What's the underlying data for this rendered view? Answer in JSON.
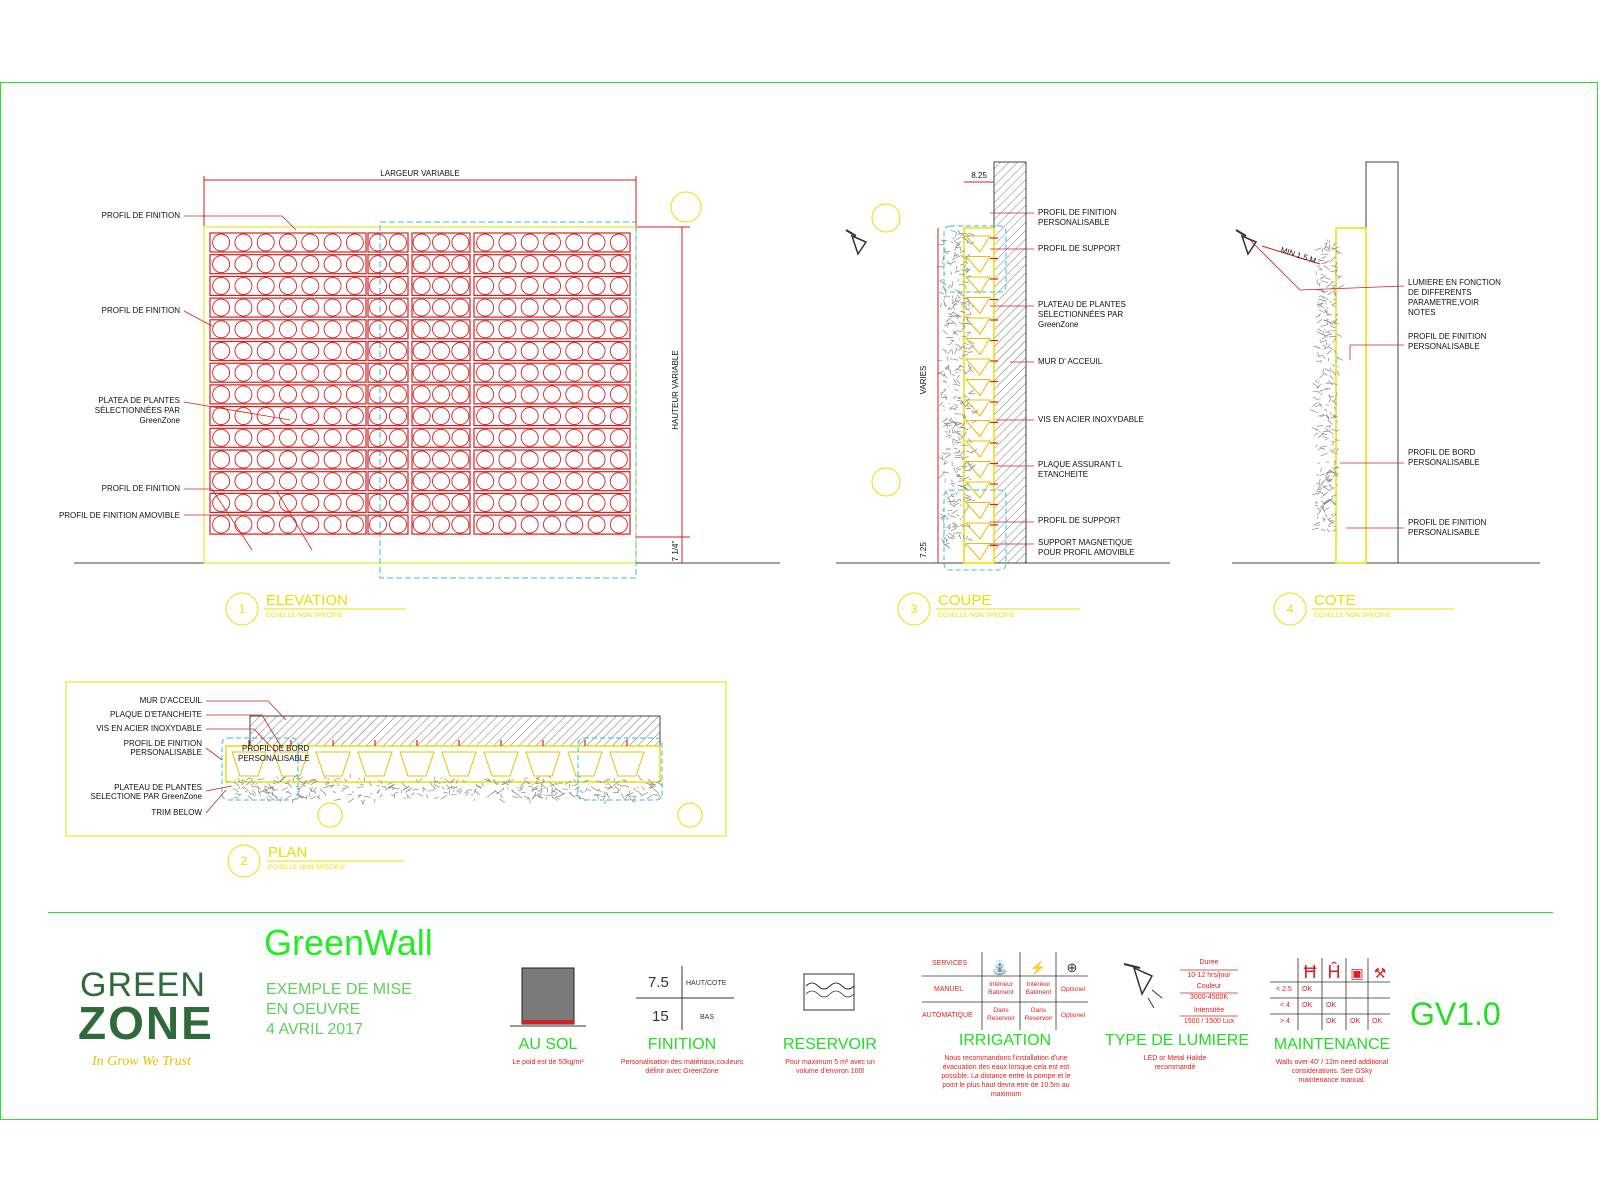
{
  "colors": {
    "border": "#33dd33",
    "module": "#d42020",
    "yellow": "#e8e000",
    "cyan": "#33bbdd",
    "brand_green": "#22dd22",
    "logo_green": "#2f6b3a"
  },
  "elevation": {
    "width_label": "LARGEUR VARIABLE",
    "height_label": "HAUTEUR VARIABLE",
    "bottom_dim": "7 1/4\"",
    "labels": {
      "profil_1": "PROFIL DE FINITION",
      "profil_2": "PROFIL DE FINITION",
      "platea_1": "PLATEA DE PLANTES",
      "platea_2": "SÉLECTIONNÉES PAR",
      "platea_3": "GreenZone",
      "profil_3": "PROFIL DE FINITION",
      "profil_4": "PROFIL DE FINITION AMOVIBLE"
    },
    "title": "ELEVATION",
    "subtitle": "ECHELLE NON SPECIFIE",
    "number": "1"
  },
  "section": {
    "top_dim": "8.25",
    "left_dim": "VARIES",
    "bottom_dim": "7.25",
    "labels": {
      "l1a": "PROFIL DE FINITION",
      "l1b": "PERSONALISABLE",
      "l2": "PROFIL DE SUPPORT",
      "l3a": "PLATEAU DE PLANTES",
      "l3b": "SÉLECTIONNÉES PAR",
      "l3c": "GreenZone",
      "l4": "MUR D' ACCEUIL",
      "l5": "VIS EN ACIER INOXYDABLE",
      "l6a": "PLAQUE ASSURANT L",
      "l6b": "ETANCHEITE",
      "l7": "PROFIL DE SUPPORT",
      "l8a": "SUPPORT MAGNETIQUE",
      "l8b": "POUR PROFIL AMOVIBLE"
    },
    "title": "COUPE",
    "subtitle": "ECHELLE NON SPECIFIE",
    "number": "3"
  },
  "side": {
    "dim": "MIN 1.5 M",
    "labels": {
      "l1a": "LUMIERE EN FONCTION",
      "l1b": "DE DIFFERENTS",
      "l1c": "PARAMETRE,VOIR",
      "l1d": "NOTES",
      "l2a": "PROFIL DE FINITION",
      "l2b": "PERSONALISABLE",
      "l3a": "PROFIL DE BORD",
      "l3b": "PERSONALISABLE",
      "l4a": "PROFIL DE FINITION",
      "l4b": "PERSONALISABLE"
    },
    "title": "COTE",
    "subtitle": "ECHELLE NON SPECIFIE",
    "number": "4"
  },
  "plan": {
    "labels": {
      "l1": "MUR D'ACCEUIL",
      "l2": "PLAQUE D'ETANCHEITE",
      "l3": "VIS EN ACIER INOXYDABLE",
      "l4a": "PROFIL DE FINITION",
      "l4b": "PERSONALISABLE",
      "l5a": "PROFIL DE BORD",
      "l5b": "PERSONALISABLE",
      "l6a": "PLATEAU DE PLANTES",
      "l6b": "SELECTIONE PAR GreenZone",
      "l7": "TRIM BELOW"
    },
    "title": "PLAN",
    "subtitle": "ECHELLE NON SPECIFIE",
    "number": "2"
  },
  "titleblock": {
    "logo_top": "GREEN",
    "logo_bottom": "ZONE",
    "tagline": "In Grow We Trust",
    "brand": "GreenWall",
    "project_1": "EXEMPLE DE MISE",
    "project_2": "EN OEUVRE",
    "project_3": "4 AVRIL 2017",
    "code": "GV1.0",
    "au_sol": {
      "title": "AU SOL",
      "note": "Le poid est de 50kg/m²"
    },
    "finition": {
      "title": "FINITION",
      "v1": "7.5",
      "v1_label": "HAUT/COTE",
      "v2": "15",
      "v2_label": "BAS",
      "note_1": "Personalisation des matériaux,couleurs",
      "note_2": "définir avec GreenZone"
    },
    "reservoir": {
      "title": "RESERVOIR",
      "note_1": "Pour maximum 5 m² avec un",
      "note_2": "volume d'environ 100l"
    },
    "irrigation": {
      "title": "IRRIGATION",
      "row1": "SERVICES",
      "row2": "MANUEL",
      "row3": "AUTOMATIQUE",
      "c_ib_1": "Intérieur",
      "c_ib_2": "Batiment",
      "c_ib2_1": "Intérieur",
      "c_ib2_2": "Batiment",
      "c_opt1": "Optionel",
      "c_dr_1": "Dans",
      "c_dr_2": "Reservoir",
      "c_dr2_1": "Dans",
      "c_dr2_2": "Reservoir",
      "c_opt2": "Optionel",
      "note_1": "Nous recommandons l'installation d'une",
      "note_2": "évacuation des eaux lorsque cela est est",
      "note_3": "possible. La distance entre la pompe et le",
      "note_4": "point le plus haut devra etre de 10.5m au",
      "note_5": "maximum"
    },
    "lumiere": {
      "title": "TYPE DE LUMIERE",
      "duree_l": "Duree",
      "duree_v": "10-12 hrs/jour",
      "couleur_l": "Couleur",
      "couleur_v": "3000-4500K",
      "intensite_l": "Intensitée",
      "intensite_v": "1500 / 1500 Lux",
      "note_1": "LED or Metal Halide",
      "note_2": "recommandé"
    },
    "maintenance": {
      "title": "MAINTENANCE",
      "r1": "< 2.5",
      "r2": "< 4",
      "r3": "> 4",
      "ok": "OK",
      "note_1": "Walls over 40' / 12m need additional",
      "note_2": "considerations. See GSky",
      "note_3": "maintenance manual."
    }
  }
}
